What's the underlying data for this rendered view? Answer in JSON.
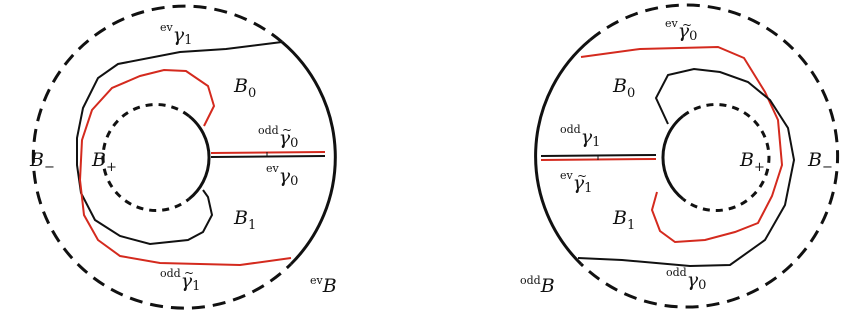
{
  "colors": {
    "ink": "#111111",
    "accent": "#d42a1e",
    "background": "#ffffff"
  },
  "left_panel": {
    "B_minus": {
      "base": "B",
      "sub": "−"
    },
    "B_plus": {
      "base": "B",
      "sub": "+"
    },
    "B_0": {
      "base": "B",
      "sub": "0"
    },
    "B_1": {
      "base": "B",
      "sub": "1"
    },
    "ev_gamma_1": {
      "sup": "ev",
      "base": "γ",
      "sub": "1",
      "tilde": ""
    },
    "odd_gamma_0_tilde": {
      "sup": "odd",
      "base": "γ",
      "sub": "0",
      "tilde": "~"
    },
    "ev_gamma_0": {
      "sup": "ev",
      "base": "γ",
      "sub": "0",
      "tilde": ""
    },
    "odd_gamma_1_tilde": {
      "sup": "odd",
      "base": "γ",
      "sub": "1",
      "tilde": "~"
    },
    "ev_B": {
      "sup": "ev",
      "base": "B"
    }
  },
  "right_panel": {
    "B_minus": {
      "base": "B",
      "sub": "−"
    },
    "B_plus": {
      "base": "B",
      "sub": "+"
    },
    "B_0": {
      "base": "B",
      "sub": "0"
    },
    "B_1": {
      "base": "B",
      "sub": "1"
    },
    "ev_gamma_0_tilde": {
      "sup": "ev",
      "base": "γ",
      "sub": "0",
      "tilde": "~"
    },
    "odd_gamma_1": {
      "sup": "odd",
      "base": "γ",
      "sub": "1",
      "tilde": ""
    },
    "ev_gamma_1_tilde": {
      "sup": "ev",
      "base": "γ",
      "sub": "1",
      "tilde": "~"
    },
    "odd_gamma_0": {
      "sup": "odd",
      "base": "γ",
      "sub": "0",
      "tilde": ""
    },
    "odd_B": {
      "sup": "odd",
      "base": "B"
    }
  }
}
